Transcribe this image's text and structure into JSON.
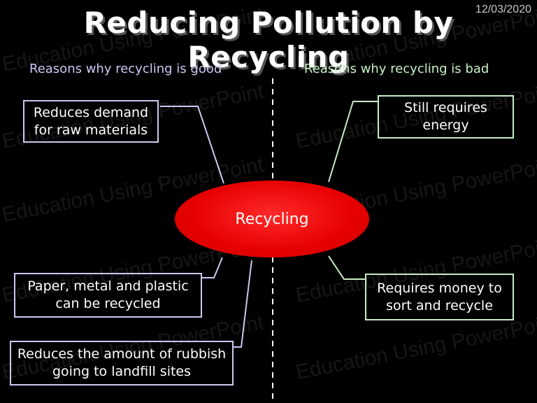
{
  "slide": {
    "date": "12/03/2020",
    "title": "Reducing Pollution by Recycling",
    "heading_good": "Reasons why recycling is good",
    "heading_bad": "Reasons why recycling is bad",
    "center_label": "Recycling",
    "good_reasons": [
      "Reduces demand for raw materials",
      "Paper, metal and plastic can be recycled",
      "Reduces the amount of rubbish going to landfill sites"
    ],
    "bad_reasons": [
      "Still requires energy",
      "Requires money to sort and recycle"
    ],
    "watermark": "Education Using PowerPoint"
  },
  "colors": {
    "background": "#000000",
    "oval": "#e60000",
    "good_border": "#c9c9f0",
    "bad_border": "#c6ecc6"
  }
}
